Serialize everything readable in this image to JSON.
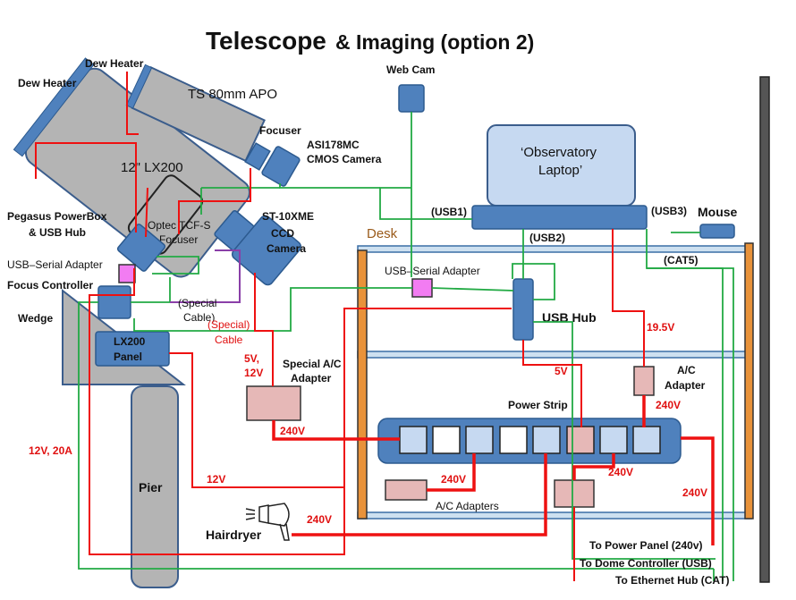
{
  "title": {
    "main": "Telescope",
    "sub": "& Imaging (option 2)"
  },
  "labels": {
    "dew_heater_1": "Dew Heater",
    "dew_heater_2": "Dew Heater",
    "ts80": "TS 80mm APO",
    "lx200": "12\" LX200",
    "focuser": "Focuser",
    "asi_1": "ASI178MC",
    "asi_2": "CMOS Camera",
    "optec_1": "Optec TCF-S",
    "optec_2": "Focuser",
    "st10_1": "ST-10XME",
    "st10_2": "CCD",
    "st10_3": "Camera",
    "pegasus_1": "Pegasus PowerBox",
    "pegasus_2": "& USB Hub",
    "usb_serial_left": "USB–Serial Adapter",
    "focus_controller": "Focus  Controller",
    "wedge": "Wedge",
    "special_cable_purple_1": "(Special",
    "special_cable_purple_2": "Cable)",
    "special_cable_red_1": "(Special)",
    "special_cable_red_2": "Cable",
    "lx200_panel_1": "LX200",
    "lx200_panel_2": "Panel",
    "v5_12_1": "5V,",
    "v5_12_2": "12V",
    "special_ac_1": "Special A/C",
    "special_ac_2": "Adapter",
    "pier": "Pier",
    "v12_20a": "12V, 20A",
    "v12": "12V",
    "v240_a": "240V",
    "v240_b": "240V",
    "v240_c": "240V",
    "v240_d": "240V",
    "v240_e": "240V",
    "v240_f": "240V",
    "hairdryer": "Hairdryer",
    "webcam": "Web Cam",
    "laptop_1": "‘Observatory",
    "laptop_2": "Laptop’",
    "usb1": "(USB1)",
    "usb2": "(USB2)",
    "usb3": "(USB3)",
    "mouse": "Mouse",
    "cat5": "(CAT5)",
    "desk": "Desk",
    "usb_serial_desk": "USB–Serial Adapter",
    "usb_hub": "USB Hub",
    "v19_5": "19.5V",
    "v5": "5V",
    "ac_adapter_1": "A/C",
    "ac_adapter_2": "Adapter",
    "power_strip": "Power Strip",
    "ac_adapters": "A/C Adapters",
    "to_power_panel": "To Power Panel (240v)",
    "to_dome": "To Dome Controller (USB)",
    "to_ethernet": "To Ethernet Hub (CAT)"
  },
  "colors": {
    "device_blue": "#4f81bd",
    "power_wire": "#ee1111",
    "data_wire": "#22aa44",
    "special_cable": "#8a3fa8",
    "adapter_pink": "#e6b8b7",
    "desk_orange": "#e8923a",
    "usb_serial_magenta": "#f27cf2"
  }
}
